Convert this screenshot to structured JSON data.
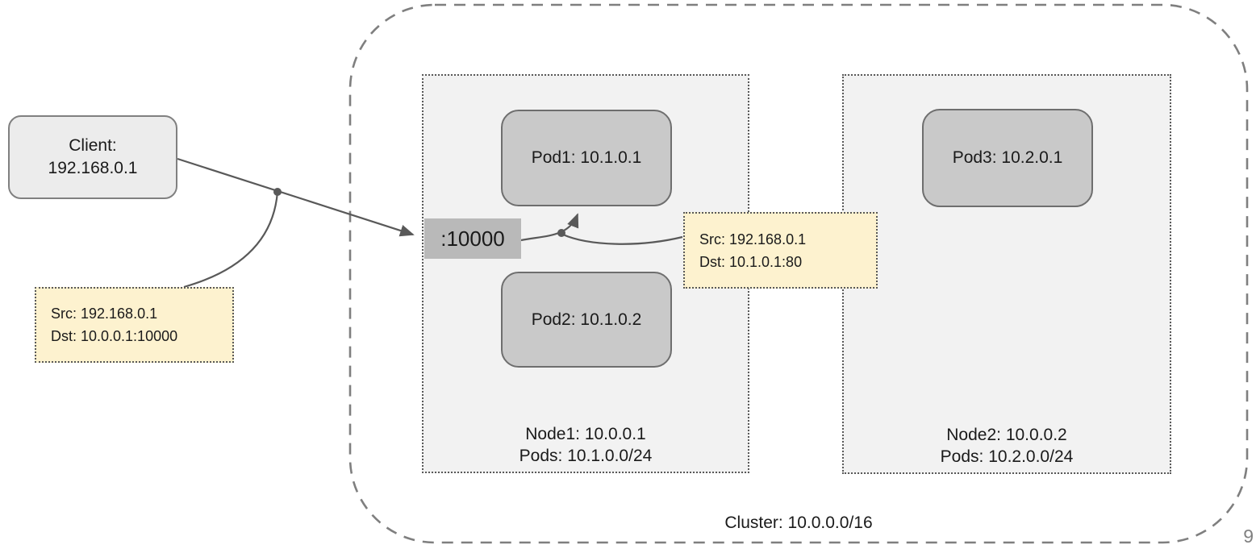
{
  "client": {
    "line1": "Client:",
    "line2": "192.168.0.1"
  },
  "packet_notes": {
    "external": {
      "src": "Src: 192.168.0.1",
      "dst": "Dst: 10.0.0.1:10000"
    },
    "internal": {
      "src": "Src: 192.168.0.1",
      "dst": "Dst: 10.1.0.1:80"
    }
  },
  "port_label": ":10000",
  "nodes": [
    {
      "pods": [
        "Pod1: 10.1.0.1",
        "Pod2: 10.1.0.2"
      ],
      "line1": "Node1: 10.0.0.1",
      "line2": "Pods: 10.1.0.0/24"
    },
    {
      "pods": [
        "Pod3: 10.2.0.1"
      ],
      "line1": "Node2: 10.0.0.2",
      "line2": "Pods: 10.2.0.0/24"
    }
  ],
  "cluster": {
    "label": "Cluster: 10.0.0.0/16"
  },
  "page_number": "9",
  "colors": {
    "node_fill": "#f2f2f2",
    "pod_fill": "#c9c9c9",
    "pod_border": "#6e6e6e",
    "client_fill": "#ececec",
    "client_border": "#808080",
    "port_fill": "#b9b9b9",
    "note_fill": "#fdf2cf",
    "note_border": "#595959",
    "connector": "#595959",
    "cluster_border": "#7f7f7f",
    "text": "#1a1a1a",
    "page_number_color": "#808080"
  }
}
